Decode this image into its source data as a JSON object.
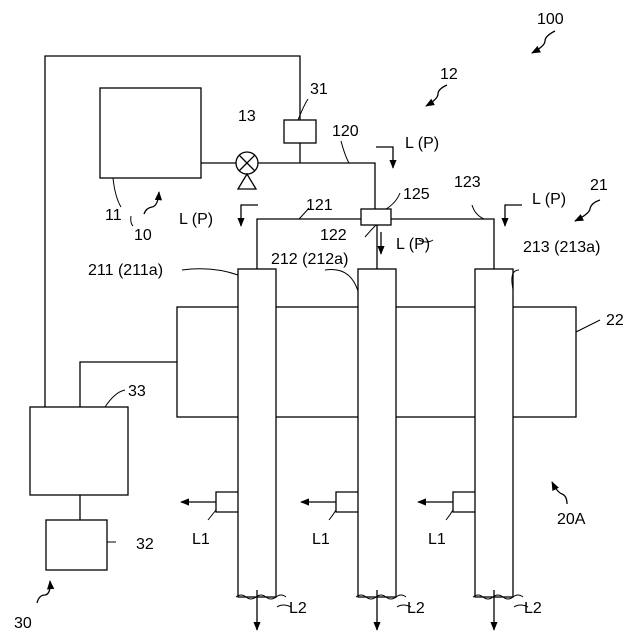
{
  "labels": {
    "system": "100",
    "supply_unit": "12",
    "valve": "13",
    "tank": "11",
    "source": "10",
    "sensor": "31",
    "pipe_main": "120",
    "pipe_left": "121",
    "pipe_center": "122",
    "pipe_right": "123",
    "connector": "125",
    "unit21": "21",
    "nozzle_1": "211 (211a)",
    "nozzle_2": "212 (212a)",
    "nozzle_3": "213 (213a)",
    "body": "22",
    "controller": "33",
    "input_unit": "32",
    "control_system": "30",
    "assembly": "20A"
  },
  "flow": {
    "lp": "L (P)",
    "l1": "L1",
    "l2": "L2"
  },
  "colors": {
    "line": "#000000",
    "background": "#ffffff"
  }
}
